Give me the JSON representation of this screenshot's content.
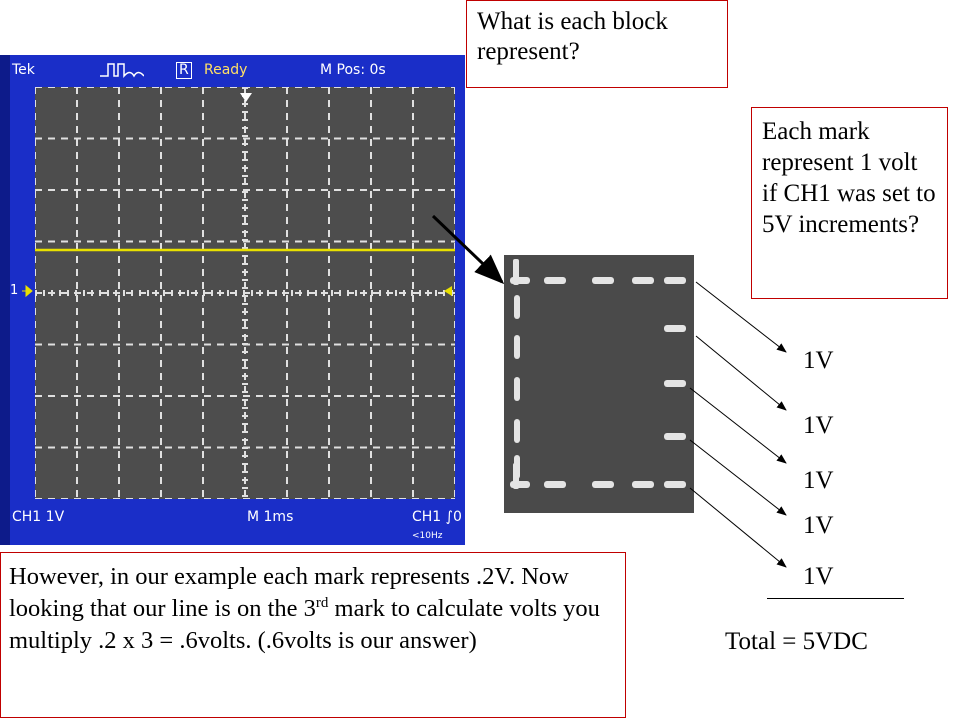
{
  "scope": {
    "brand": "Tek",
    "trigger_state_letter": "R",
    "status": "Ready",
    "position": "M Pos: 0s",
    "channel_marker": "1",
    "ch1_scale": "CH1  1V",
    "timebase": "M 1ms",
    "trigger_info": "CH1 ∫0",
    "freq_hint": "<10Hz",
    "colors": {
      "frame": "#1a2ec8",
      "screen": "#4d4d4d",
      "trace": "#e8e000",
      "grid": "#e0e0e0"
    }
  },
  "question_box": {
    "text": "What is each block represent?"
  },
  "mark_box": {
    "text": "Each mark represent 1 volt if CH1 was set to 5V increments?"
  },
  "volt_labels": [
    "1V",
    "1V",
    "1V",
    "1V",
    "1V"
  ],
  "total": {
    "text": "Total = 5VDC"
  },
  "answer_box": {
    "part1": "However, in our example each mark represents .2V.  Now looking that our line is on the 3",
    "sup": "rd",
    "part2": " mark to calculate volts you multiply .2 x 3 = .6volts.  (.6volts is our answer)"
  }
}
